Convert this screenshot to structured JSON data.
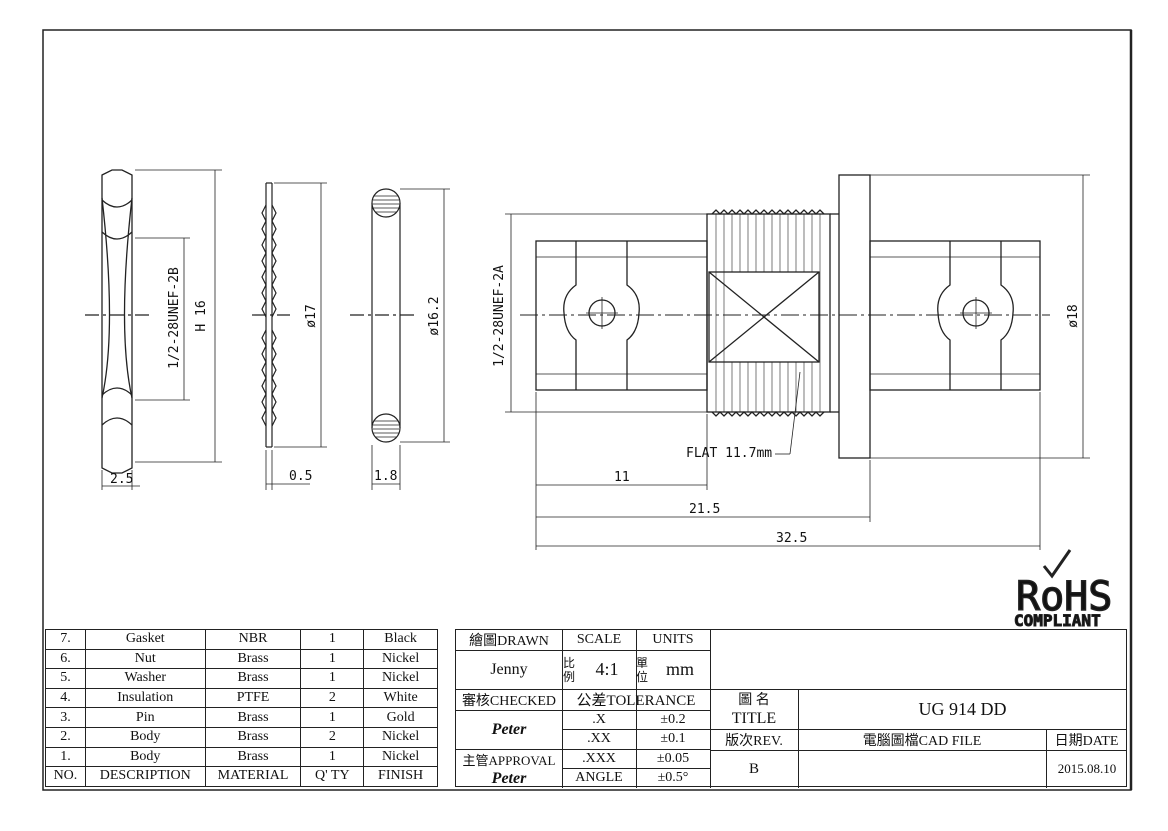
{
  "drawing": {
    "nut_dims": {
      "height": "H 16",
      "thread": "1/2-28UNEF-2B",
      "thickness": "2.5"
    },
    "washer_dims": {
      "diameter": "ø17",
      "thickness": "0.5"
    },
    "gasket_dims": {
      "diameter": "ø16.2",
      "thickness": "1.8"
    },
    "body_dims": {
      "thread": "1/2-28UNEF-2A",
      "flat": "FLAT 11.7mm",
      "diameter": "ø18",
      "len1": "11",
      "len2": "21.5",
      "len3": "32.5"
    }
  },
  "rohs": {
    "line1": "RoHS",
    "line2": "COMPLIANT"
  },
  "bom": {
    "rows": [
      [
        "7.",
        "Gasket",
        "NBR",
        "1",
        "Black"
      ],
      [
        "6.",
        "Nut",
        "Brass",
        "1",
        "Nickel"
      ],
      [
        "5.",
        "Washer",
        "Brass",
        "1",
        "Nickel"
      ],
      [
        "4.",
        "Insulation",
        "PTFE",
        "2",
        "White"
      ],
      [
        "3.",
        "Pin",
        "Brass",
        "1",
        "Gold"
      ],
      [
        "2.",
        "Body",
        "Brass",
        "2",
        "Nickel"
      ],
      [
        "1.",
        "Body",
        "Brass",
        "1",
        "Nickel"
      ]
    ],
    "header": [
      "NO.",
      "DESCRIPTION",
      "MATERIAL",
      "Q' TY",
      "FINISH"
    ]
  },
  "title_block": {
    "drawn_label": "繪圖DRAWN",
    "drawn_by": "Jenny",
    "checked_label": "審核CHECKED",
    "checked_by": "Peter",
    "approval_label": "主管APPROVAL",
    "approved_by": "Peter",
    "scale_label": "SCALE",
    "scale_ratio_label": "比例",
    "scale_value": "4:1",
    "units_label": "UNITS",
    "units_unit_label": "單位",
    "units_value": "mm",
    "tolerance_label": "公差TOLERANCE",
    "tol_x": ".X",
    "tol_x_val": "±0.2",
    "tol_xx": ".XX",
    "tol_xx_val": "±0.1",
    "tol_xxx": ".XXX",
    "tol_xxx_val": "±0.05",
    "tol_angle": "ANGLE",
    "tol_angle_val": "±0.5°",
    "title_label_cn": "圖 名",
    "title_label": "TITLE",
    "title_value": "UG 914 DD",
    "rev_label": "版次REV.",
    "rev_value": "B",
    "cad_label": "電腦圖檔CAD FILE",
    "date_label": "日期DATE",
    "date_value": "2015.08.10"
  }
}
